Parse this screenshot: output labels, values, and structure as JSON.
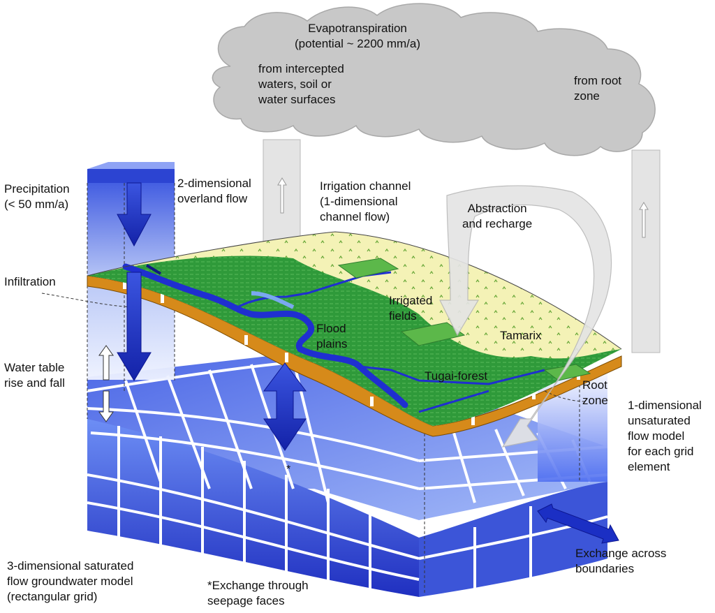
{
  "labels": {
    "evapotranspiration": [
      "Evapotranspiration",
      "(potential ~ 2200 mm/a)"
    ],
    "from_intercepted": [
      "from intercepted",
      "waters, soil or",
      "water surfaces"
    ],
    "from_root_zone": [
      "from root",
      "zone"
    ],
    "precipitation": [
      "Precipitation",
      "(< 50 mm/a)"
    ],
    "overland_flow": [
      "2-dimensional",
      "overland flow"
    ],
    "irrigation_channel": [
      "Irrigation channel",
      "(1-dimensional",
      "channel flow)"
    ],
    "abstraction": [
      "Abstraction",
      "and recharge"
    ],
    "infiltration": [
      "Infiltration"
    ],
    "irrigated_fields": [
      "Irrigated",
      "fields"
    ],
    "flood_plains": [
      "Flood",
      "plains"
    ],
    "tamarix": [
      "Tamarix"
    ],
    "water_table": [
      "Water table",
      "rise and fall"
    ],
    "tugai_forest": [
      "Tugai-forest"
    ],
    "root_zone": [
      "Root",
      "zone"
    ],
    "unsaturated_model": [
      "1-dimensional",
      "unsaturated",
      "flow model",
      "for each grid",
      "element"
    ],
    "saturated_model": [
      "3-dimensional saturated",
      "flow groundwater model",
      "(rectangular grid)"
    ],
    "seepage": [
      "*Exchange through",
      "seepage faces"
    ],
    "boundaries": [
      "Exchange across",
      "boundaries"
    ],
    "asterisk": "*"
  },
  "colors": {
    "cloud": "#c6c6c6",
    "ground_green": "#2f9a3a",
    "river_blue": "#1f2fd0",
    "soil_orange": "#d68a1a",
    "tamarix_yellow": "#f3f1b0",
    "grid_blue_dark": "#2233bb",
    "grid_blue_light": "#6f8ff2",
    "arrow_blue": "#1b2fc4",
    "arrow_grey": "#e2e2e2"
  }
}
